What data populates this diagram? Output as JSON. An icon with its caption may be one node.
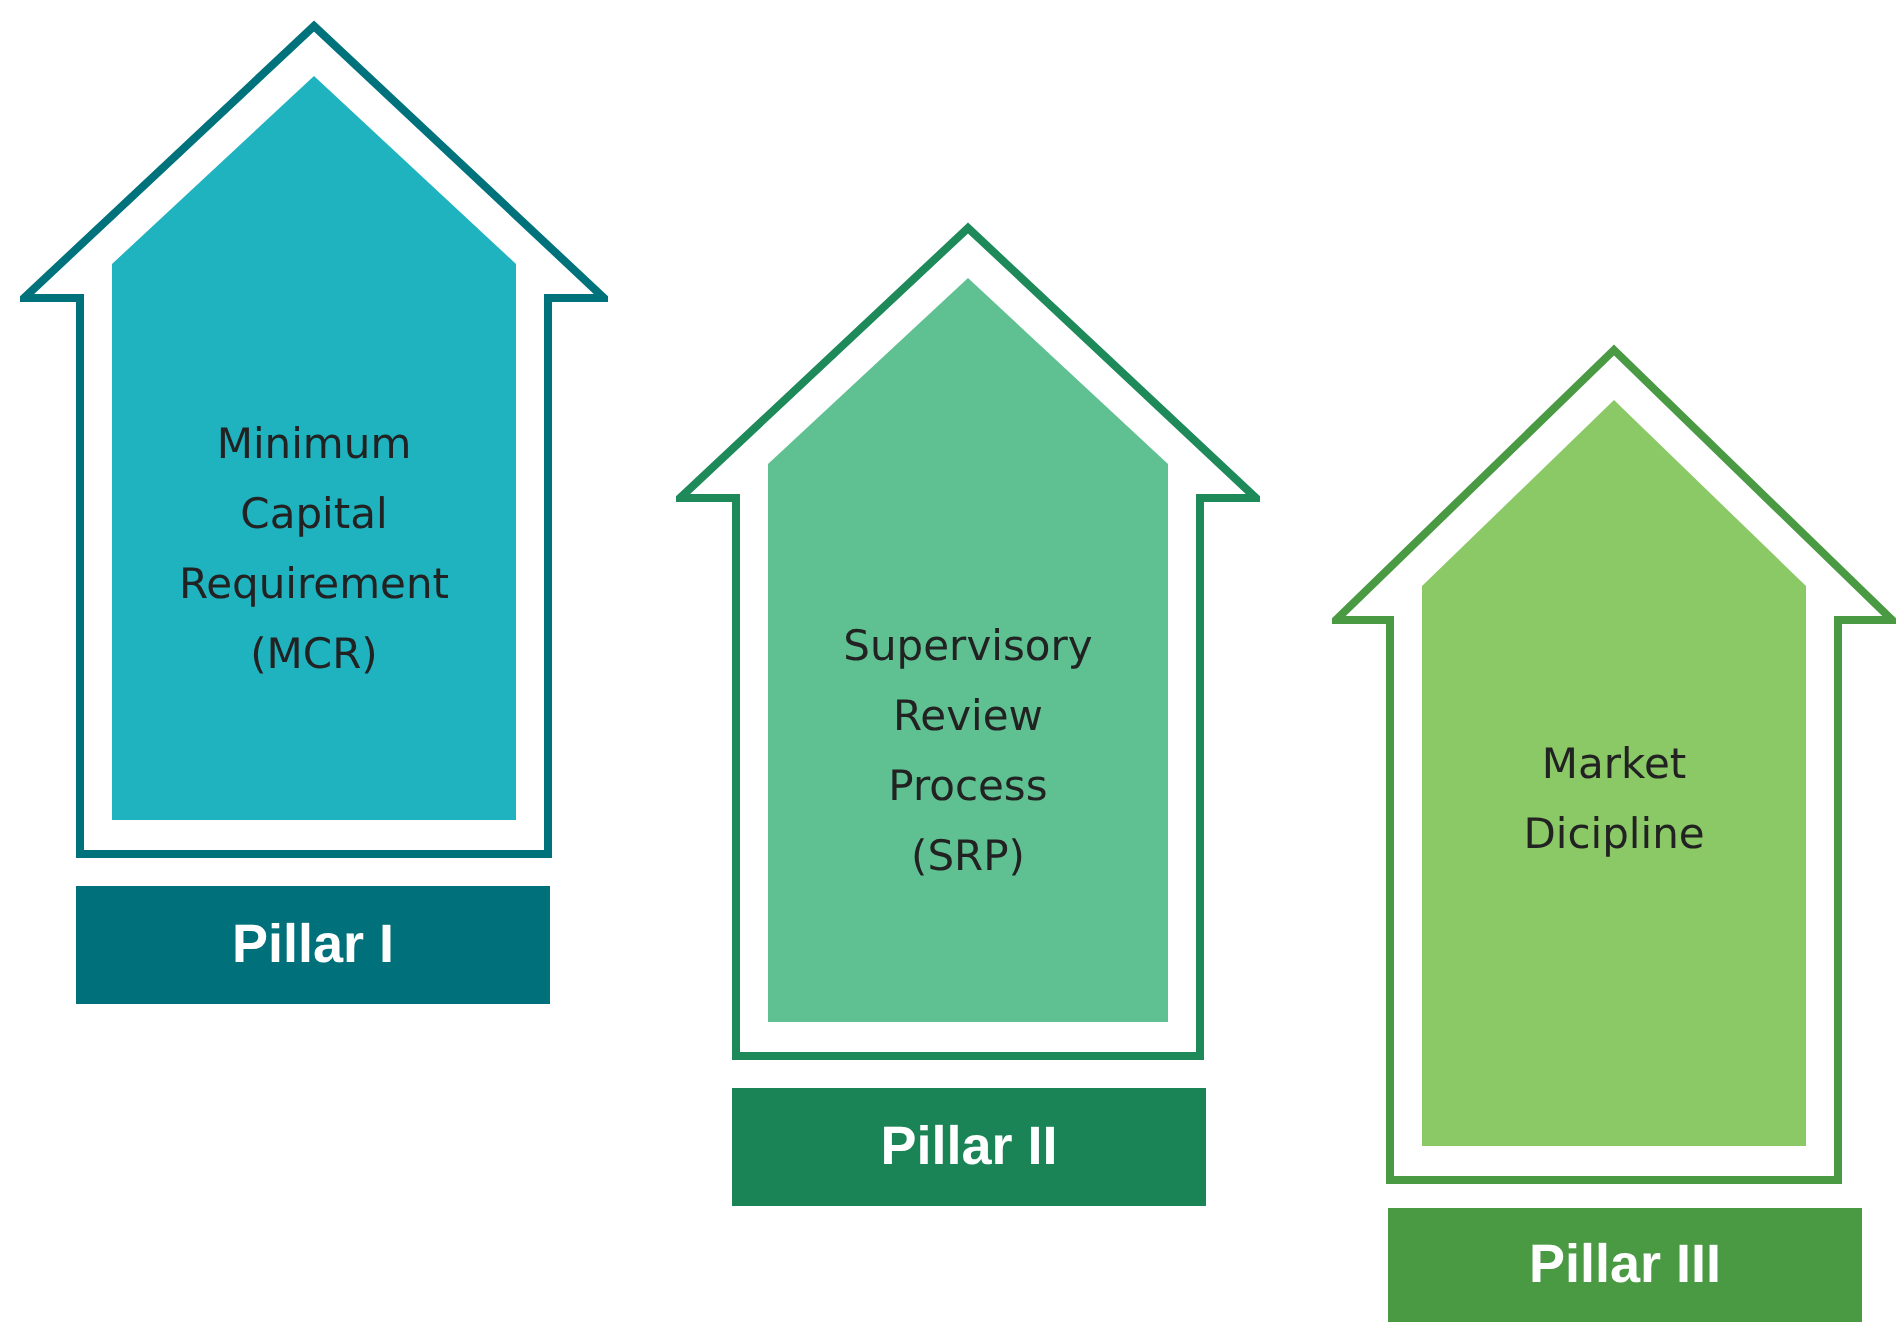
{
  "diagram": {
    "nodes": [
      {
        "text": [
          "Minimum Capital Requirement (MCR)"
        ]
      },
      {
        "text": [
          "Pillar I"
        ]
      },
      {
        "text": [
          "Supervisory Review Process (SRP)"
        ]
      },
      {
        "text": [
          "Pillar II"
        ]
      },
      {
        "text": [
          "Market Dicipline"
        ]
      },
      {
        "text": [
          "Pillar III"
        ]
      }
    ]
  }
}
